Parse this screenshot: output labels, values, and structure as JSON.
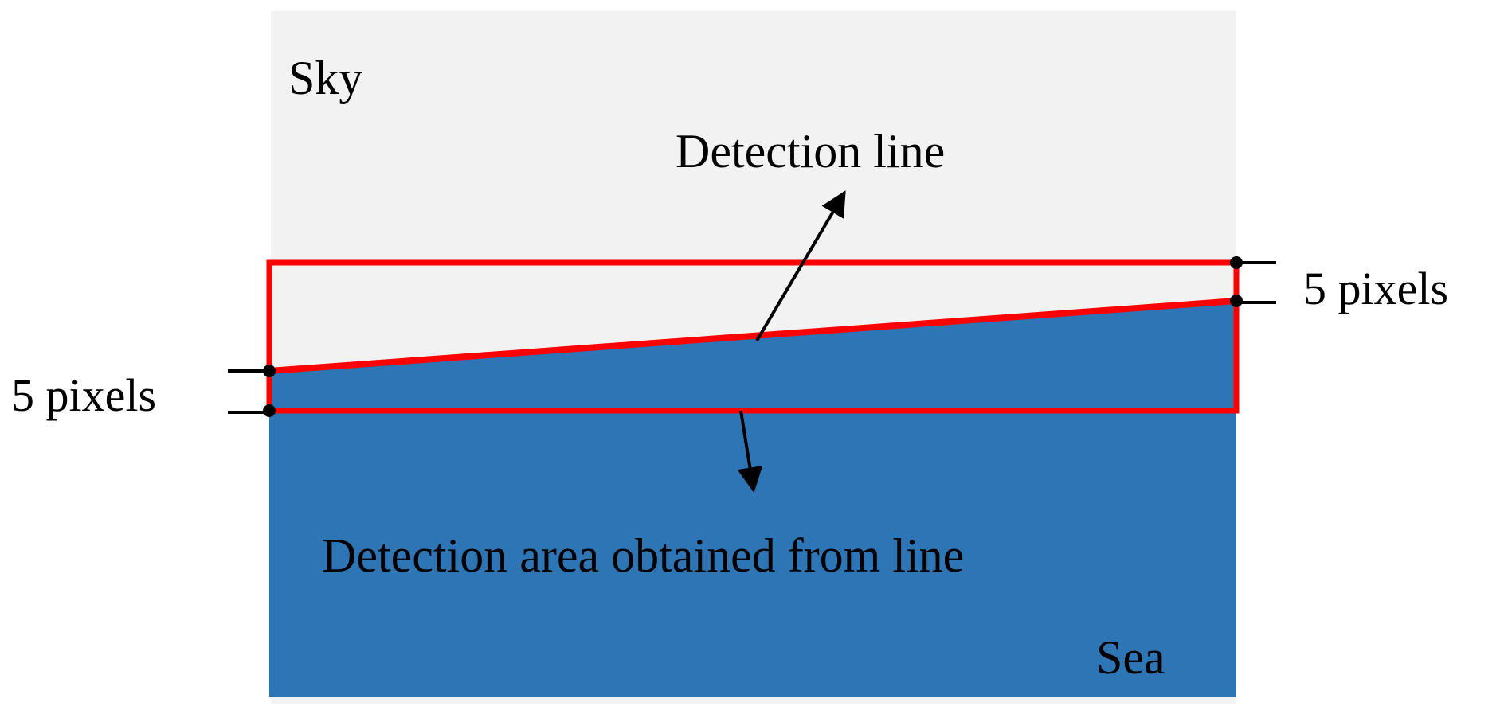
{
  "labels": {
    "sky": "Sky",
    "sea": "Sea",
    "detection_line": "Detection line",
    "detection_area": "Detection area obtained from line",
    "offset_left": "5 pixels",
    "offset_right": "5 pixels"
  },
  "colors": {
    "sky": "#F2F2F2",
    "sea": "#2E75B6",
    "detection_box": "#FF0000",
    "arrow": "#000000",
    "marker": "#000000"
  }
}
